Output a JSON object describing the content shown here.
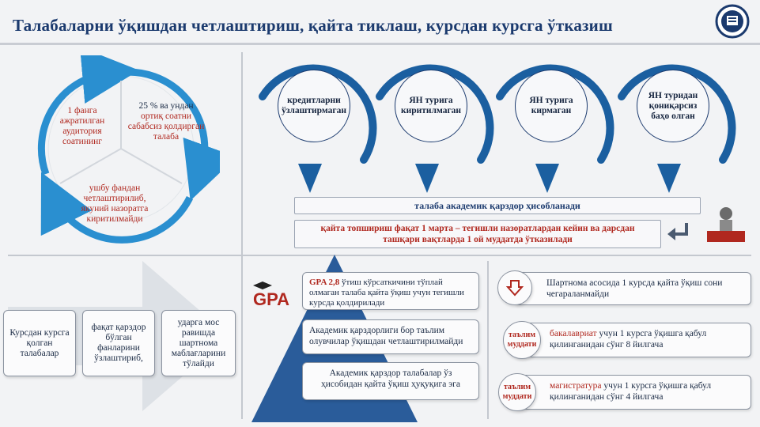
{
  "header": {
    "title": "Талабаларни ўқишдан четлаштириш, қайта тиклаш, курсдан курсга ўтказиш"
  },
  "cycle": {
    "segment1": "1 фанга ажратилган аудитория соатининг",
    "segment2_red": "25 % ва ундан",
    "segment2_rest": "ортиқ соатни сабабсиз қолдирган талаба",
    "segment3": "ушбу фандан четлаштирилиб, якуний назоратга киритилмайди"
  },
  "circles": [
    "кредитларни ўзлаштирмаган",
    "ЯН турига киритилмаган",
    "ЯН турига кирмаган",
    "ЯН туридан қониқарсиз баҳо олган"
  ],
  "bars": {
    "debtor": "талаба академик қарздор ҳисобланади",
    "retake": "қайта топшириш фақат 1 марта – тегишли назоратлардан кейин ва дарсдан ташқари вақтларда 1 ой муддатда ўтказилади"
  },
  "left_cards": [
    "Курсдан курсга қолган талабалар",
    "фақат қарздор бўлган фанларини ўзлаштириб,",
    "ударга мос равишда шартнома маблағларини тўлайди"
  ],
  "gpa": {
    "logo_text": "GPA",
    "box1_red": "GPA 2,8",
    "box1_rest": "ўтиш кўрсаткичини тўплай олмаган талаба қайта ўқиш учун тегишли курсда қолдирилади",
    "box2": "Академик қарздорлиги бор таълим олувчилар ўқишдан четлаштирилмайди",
    "box3": "Академик қарздор талабалар ўз ҳисобидан қайта ўқиш ҳуқуқига эга"
  },
  "right": {
    "row1": "Шартнома асосида 1 курсда қайта ўқиш сони чегараланмайди",
    "pill": "таълим муддати",
    "row2_red": "бакалавриат",
    "row2_rest": "учун 1 курсга ўқишга қабул қилинганидан сўнг 8 йилгача",
    "row3_red": "магистратура",
    "row3_rest": "учун 1 курсга ўқишга қабул қилинганидан сўнг 4 йилгача"
  },
  "colors": {
    "primary": "#1b3a6e",
    "accent": "#2a8fd0",
    "red": "#b0281f"
  }
}
